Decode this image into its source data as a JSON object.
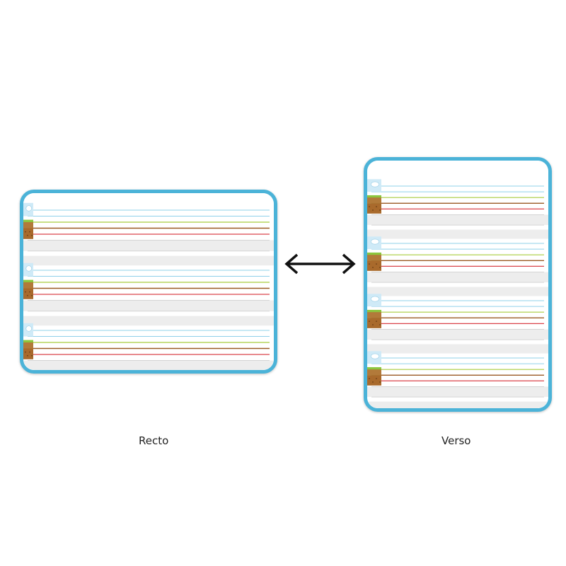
{
  "captions": {
    "recto": "Recto",
    "verso": "Verso"
  },
  "colors": {
    "frame": "#4bb3d8",
    "frame_dark": "#2f97c0",
    "sky_line": "#8fd0ea",
    "grass_line": "#a8cc3c",
    "earth_line": "#9a5a24",
    "red_line": "#d9434a",
    "grey_band": "#ededed",
    "grey_line": "#d4d4d4",
    "arrow": "#111111"
  },
  "icons": {
    "sky": "cloud-icon",
    "grass": "grass-icon",
    "earth": "soil-icon"
  },
  "recto": {
    "writing_rows": 3
  },
  "verso": {
    "writing_rows": 4
  }
}
